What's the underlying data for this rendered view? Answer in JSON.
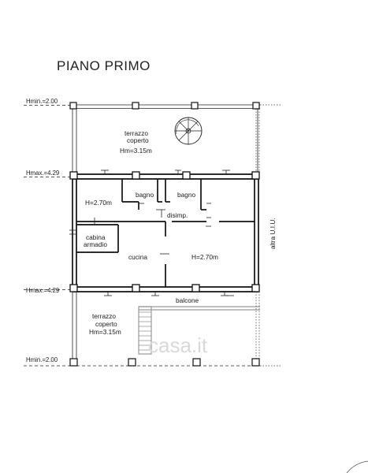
{
  "title": "PIANO PRIMO",
  "height_markers": {
    "hmin_top": "Hmin.=2.00",
    "hmax_upper": "Hmax.=4.29",
    "hmax_lower": "Hmax.=4.29",
    "hmin_bottom": "Hmin.=2.00"
  },
  "rooms": {
    "terrazzo_top": {
      "line1": "terrazzo",
      "line2": "coperto",
      "height": "Hm=3.15m"
    },
    "bagno_1": "bagno",
    "bagno_2": "bagno",
    "left_room_height": "H=2.70m",
    "disimp": "disimp.",
    "cabina": {
      "line1": "cabina",
      "line2": "armadio"
    },
    "cucina": "cucina",
    "cucina_height": "H=2.70m",
    "balcone": "balcone",
    "terrazzo_bottom": {
      "line1": "terrazzo",
      "line2": "coperto",
      "height": "Hm=3.15m"
    },
    "altra_uiu": "altra U.I.U."
  },
  "watermark": "casa.it"
}
